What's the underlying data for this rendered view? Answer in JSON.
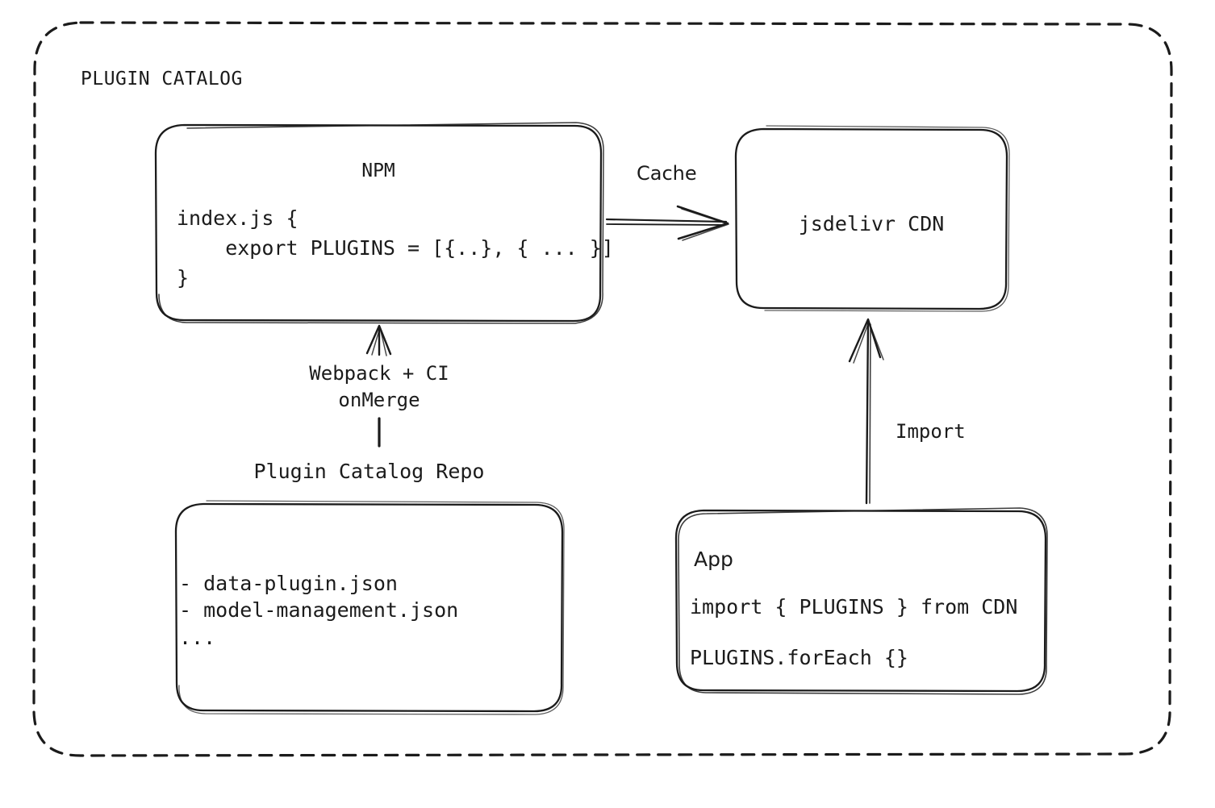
{
  "diagram": {
    "group_label": "PLUGIN CATALOG",
    "nodes": {
      "npm": {
        "title": "NPM",
        "code": "index.js {\n    export PLUGINS = [{..}, { ... }]\n}"
      },
      "cdn": {
        "title": "jsdelivr CDN"
      },
      "repo": {
        "caption": "Plugin Catalog Repo",
        "items": "- data-plugin.json\n- model-management.json\n..."
      },
      "app": {
        "title": "App",
        "line1": "import { PLUGINS } from CDN",
        "line2": "PLUGINS.forEach {}"
      }
    },
    "edges": {
      "cache": "Cache",
      "webpack": "Webpack + CI\nonMerge",
      "import": "Import"
    },
    "colors": {
      "stroke": "#1b1b1b",
      "background": "#ffffff",
      "text": "#1b1b1b"
    }
  }
}
